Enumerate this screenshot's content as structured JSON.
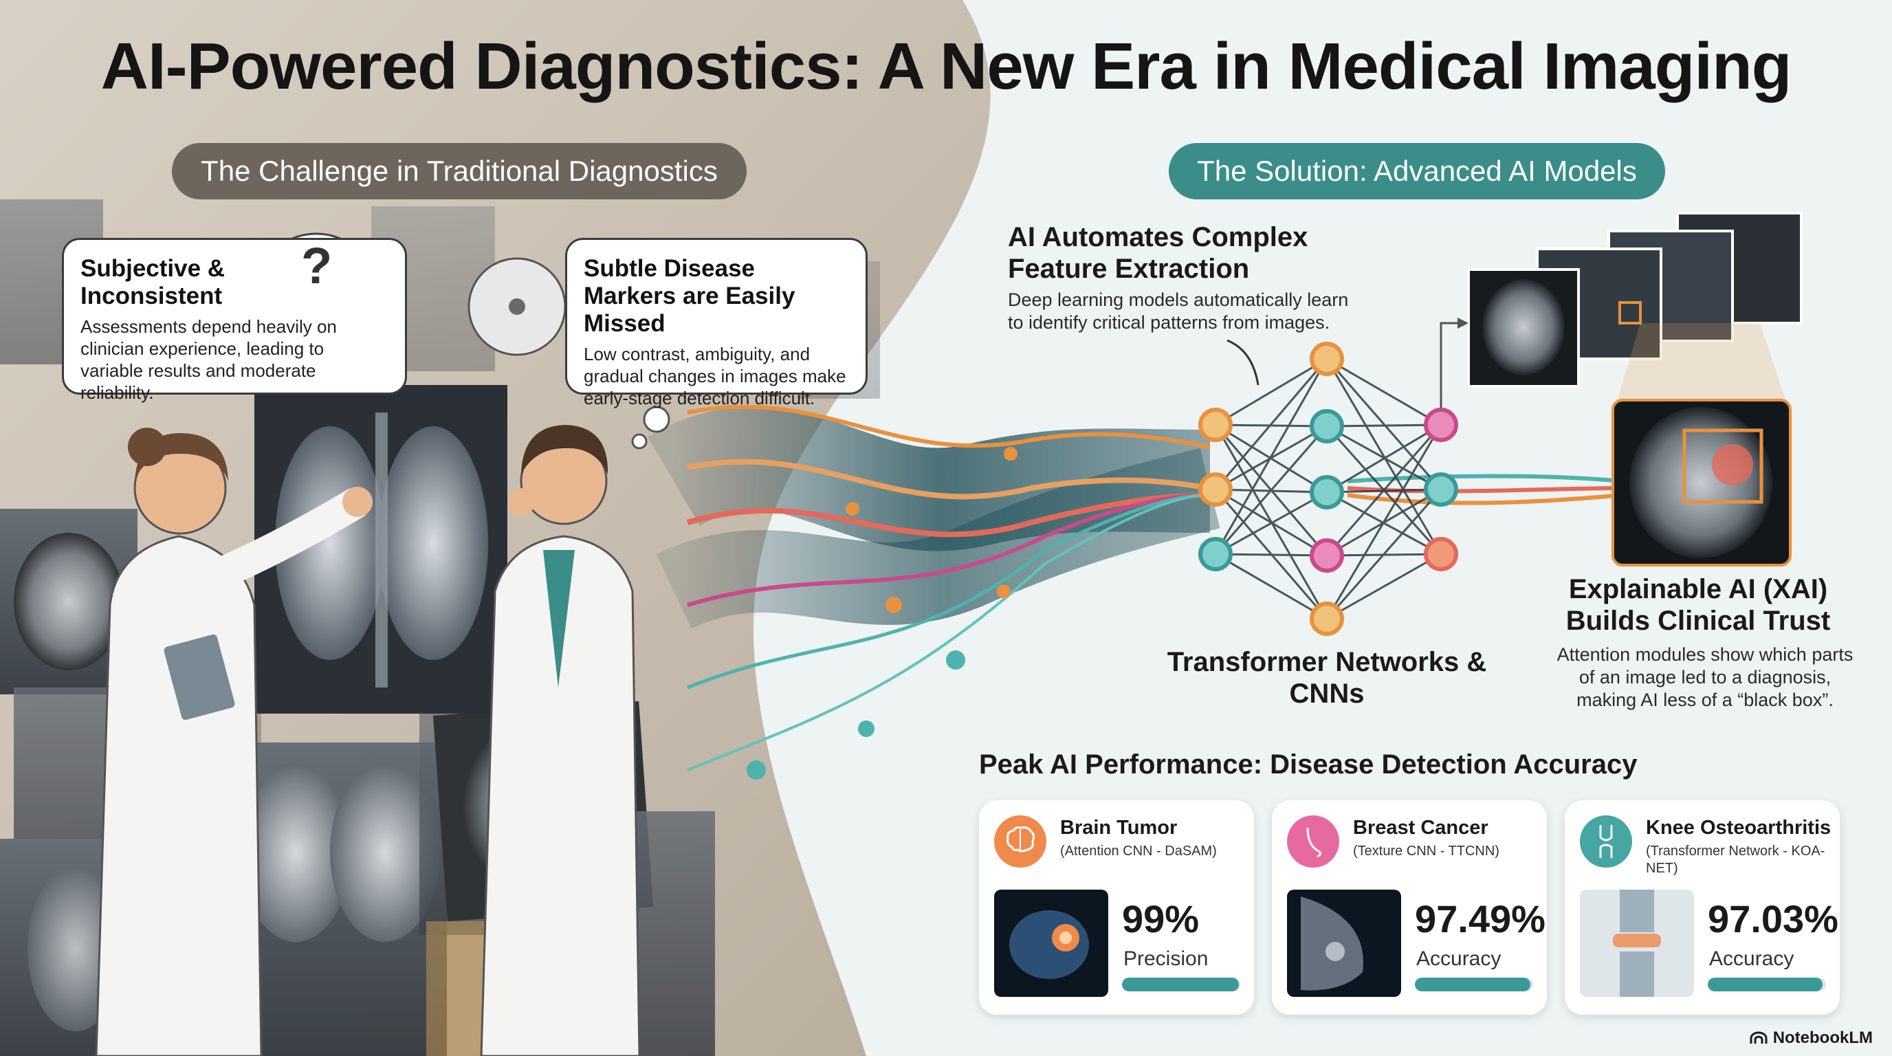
{
  "title": "AI-Powered Diagnostics: A New Era in Medical Imaging",
  "challenge": {
    "heading": "The Challenge in Traditional Diagnostics",
    "bubble_left": {
      "title": "Subjective & Inconsistent",
      "body": "Assessments depend heavily on clinician experience, leading to variable results and moderate reliability."
    },
    "bubble_right": {
      "title": "Subtle Disease Markers are Easily Missed",
      "body": "Low contrast, ambiguity, and gradual changes in images make early-stage detection difficult."
    },
    "question_mark": "?"
  },
  "solution": {
    "heading": "The Solution: Advanced AI Models",
    "automates_title": "AI Automates Complex Feature Extraction",
    "automates_body": "Deep learning models automatically learn to identify critical patterns from images.",
    "network_label": "Transformer Networks & CNNs",
    "xai_title": "Explainable AI (XAI) Builds Clinical Trust",
    "xai_body": "Attention modules show which parts of an image led to a diagnosis, making AI less of a “black box”."
  },
  "performance": {
    "title": "Peak AI Performance: Disease Detection Accuracy",
    "cards": [
      {
        "name": "Brain Tumor",
        "model": "(Attention CNN - DaSAM)",
        "value": "99%",
        "metric": "Precision",
        "fraction": 0.99,
        "icon": "brain-icon",
        "color": "#ef8a4a"
      },
      {
        "name": "Breast Cancer",
        "model": "(Texture CNN - TTCNN)",
        "value": "97.49%",
        "metric": "Accuracy",
        "fraction": 0.9749,
        "icon": "breast-icon",
        "color": "#e66aa0"
      },
      {
        "name": "Knee Osteoarthritis",
        "model": "(Transformer Network - KOA-NET)",
        "value": "97.03%",
        "metric": "Accuracy",
        "fraction": 0.9703,
        "icon": "knee-icon",
        "color": "#45a6a2"
      }
    ]
  },
  "brand": "NotebookLM",
  "colors": {
    "challenge_pill": "#6e655c",
    "solution_pill": "#3a8d88",
    "accent_teal": "#3a9a98",
    "accent_orange": "#ef8a4a",
    "accent_pink": "#e66aa0"
  }
}
